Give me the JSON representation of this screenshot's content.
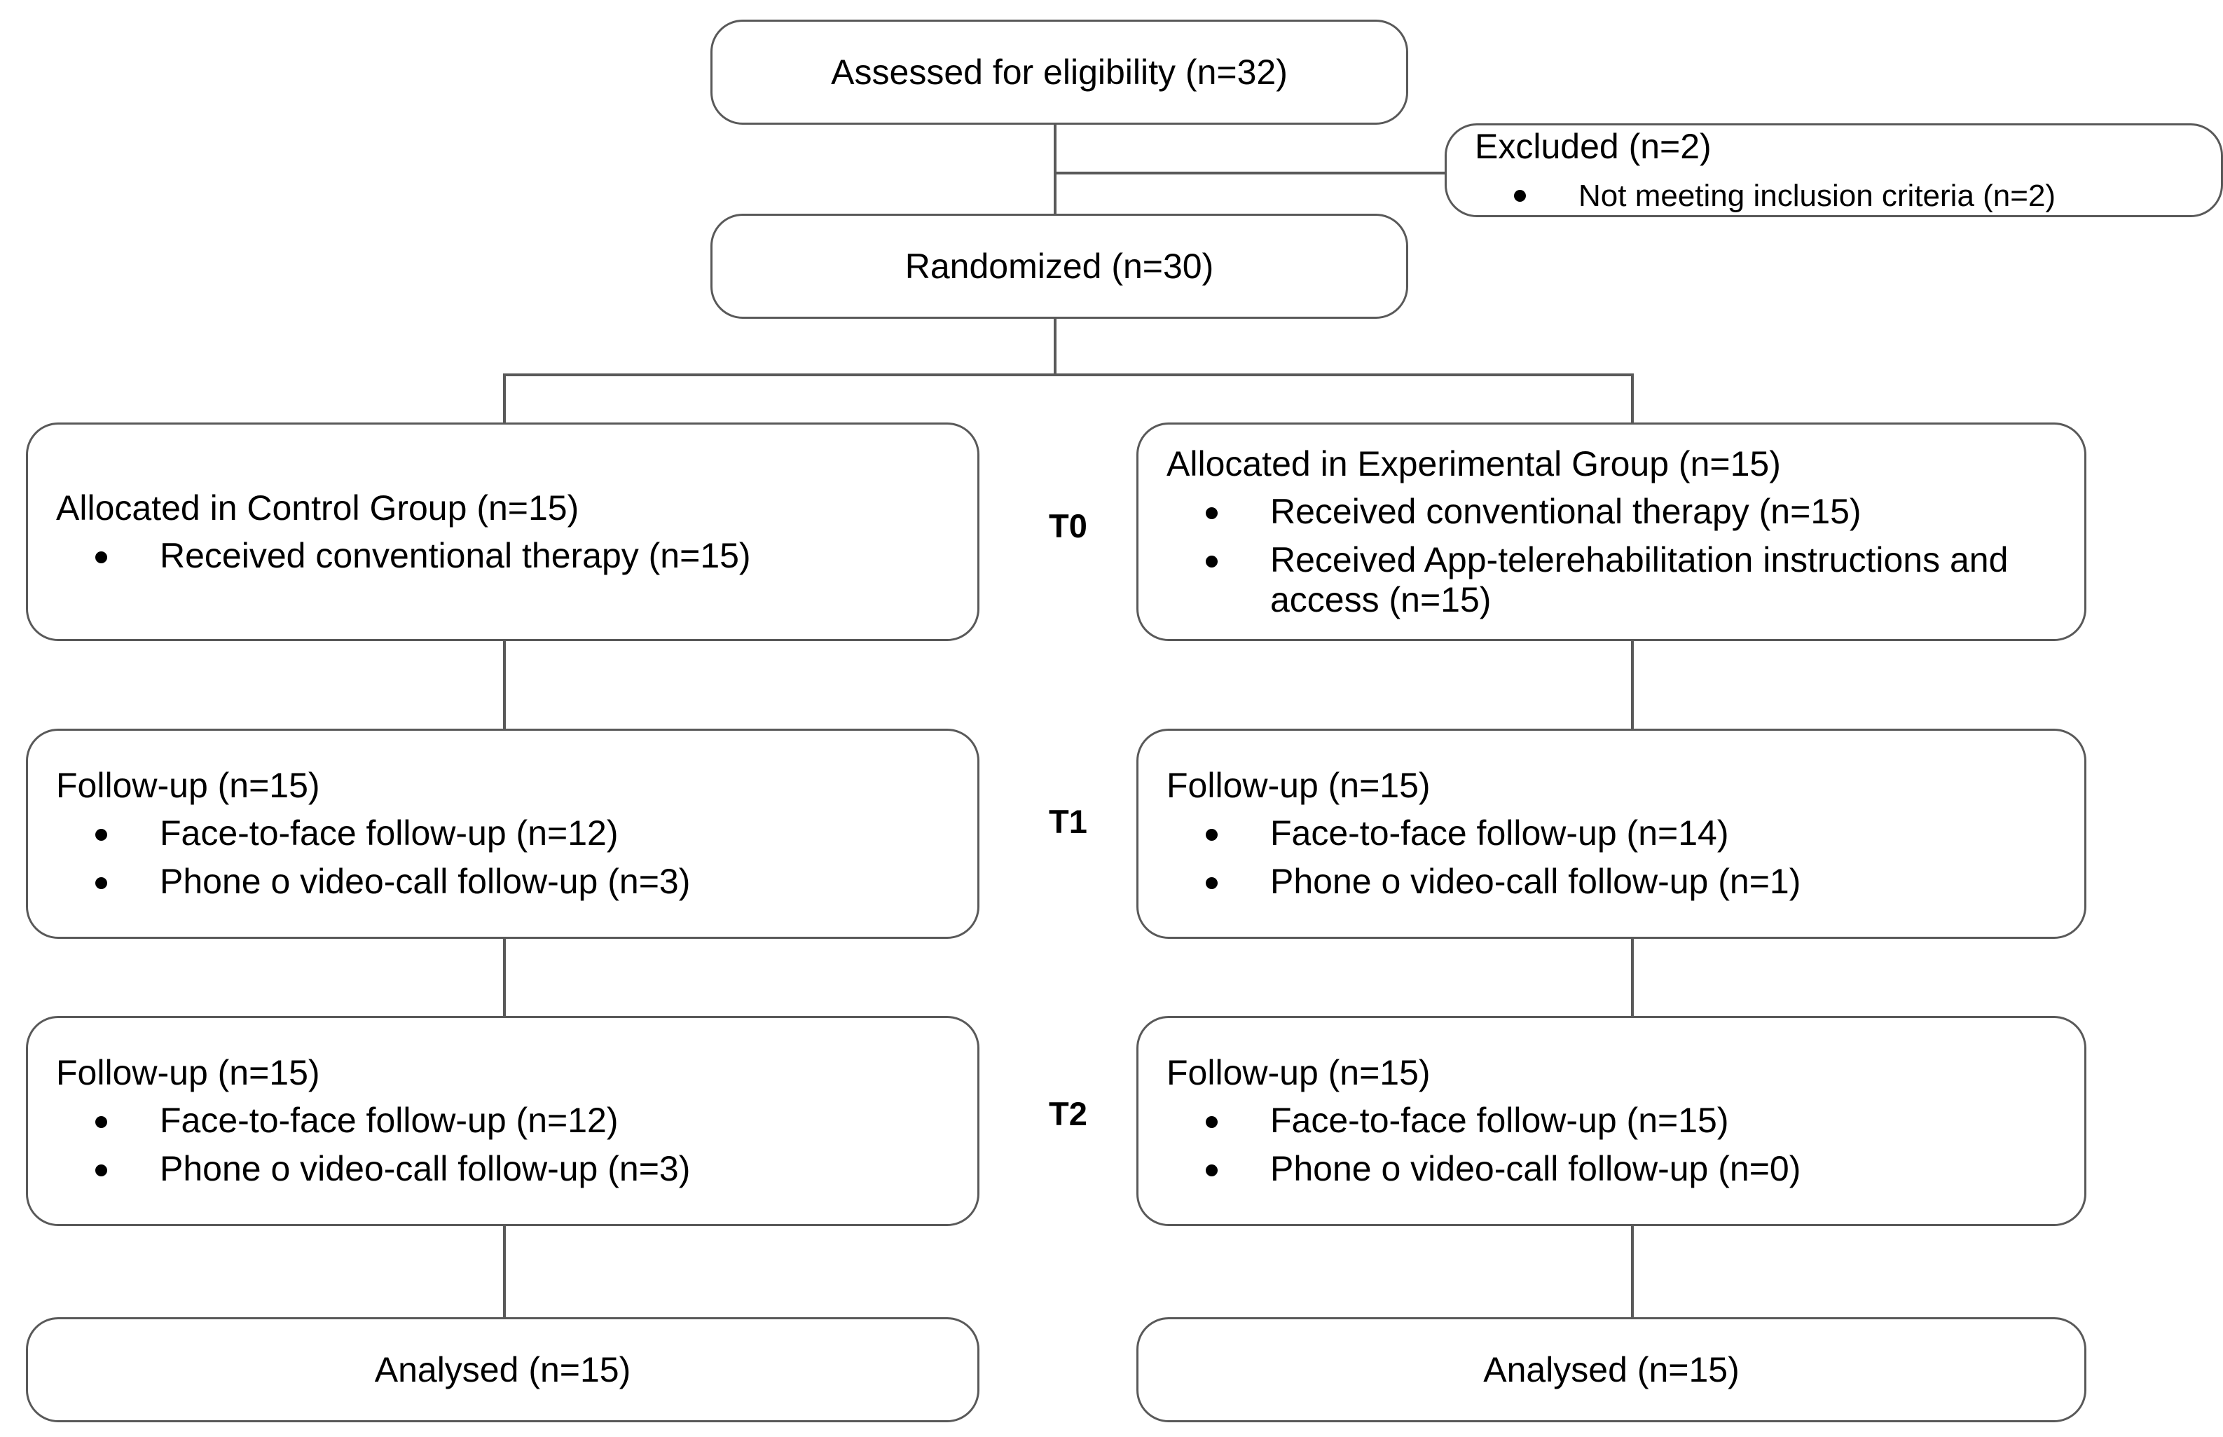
{
  "diagram": {
    "type": "CONSORT participant flow diagram",
    "nodes": {
      "assessed": {
        "label": "Assessed for eligibility (n=32)"
      },
      "excluded": {
        "label": "Excluded (n=2)",
        "bullets": [
          "Not meeting inclusion criteria (n=2)"
        ]
      },
      "randomized": {
        "label": "Randomized (n=30)"
      },
      "control_alloc": {
        "label": "Allocated in Control Group (n=15)",
        "bullets": [
          "Received conventional therapy (n=15)"
        ]
      },
      "experimental_alloc": {
        "label": "Allocated in Experimental Group (n=15)",
        "bullets": [
          "Received conventional therapy (n=15)",
          "Received App-telerehabilitation instructions and access (n=15)"
        ]
      },
      "control_t1": {
        "label": "Follow-up (n=15)",
        "bullets": [
          "Face-to-face follow-up (n=12)",
          "Phone o video-call follow-up (n=3)"
        ]
      },
      "experimental_t1": {
        "label": "Follow-up (n=15)",
        "bullets": [
          "Face-to-face follow-up (n=14)",
          "Phone o video-call follow-up (n=1)"
        ]
      },
      "control_t2": {
        "label": "Follow-up (n=15)",
        "bullets": [
          "Face-to-face follow-up (n=12)",
          "Phone o video-call follow-up (n=3)"
        ]
      },
      "experimental_t2": {
        "label": "Follow-up (n=15)",
        "bullets": [
          "Face-to-face follow-up (n=15)",
          "Phone o video-call follow-up (n=0)"
        ]
      },
      "control_analysed": {
        "label": "Analysed (n=15)"
      },
      "experimental_analysed": {
        "label": "Analysed (n=15)"
      }
    },
    "timepoints": [
      {
        "label": "T0"
      },
      {
        "label": "T1"
      },
      {
        "label": "T2"
      }
    ],
    "colors": {
      "box_border": "#595959",
      "connector": "#595959",
      "text": "#000000",
      "background": "#ffffff"
    }
  }
}
